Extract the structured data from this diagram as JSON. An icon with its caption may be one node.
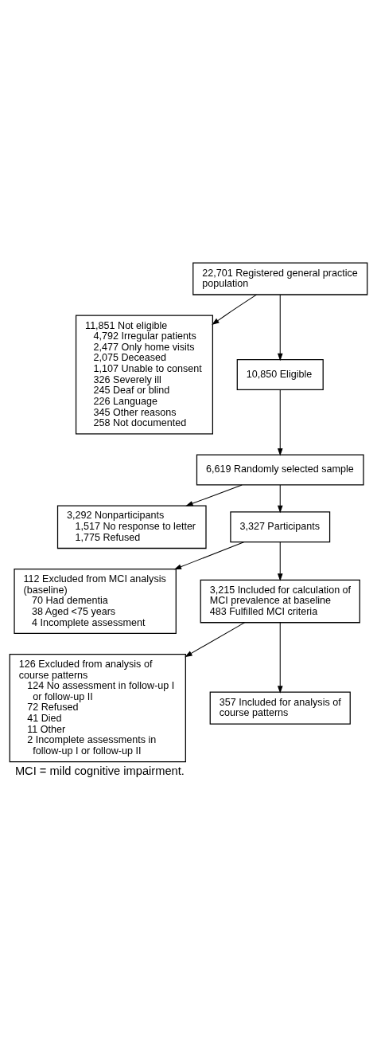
{
  "diagram": {
    "caption": "MCI = mild cognitive impairment.",
    "nodes": [
      {
        "text": [
          "22,701 Registered general practice population"
        ]
      },
      {
        "text": [
          "11,851 Not eligible",
          "4,792 Irregular patients",
          "2,477 Only home visits",
          "2,075 Deceased",
          "1,107 Unable to consent",
          "326 Severely ill",
          "245 Deaf or blind",
          "226 Language",
          "345 Other reasons",
          "258 Not documented"
        ]
      },
      {
        "text": [
          "10,850 Eligible"
        ]
      },
      {
        "text": [
          "6,619 Randomly selected sample"
        ]
      },
      {
        "text": [
          "3,292 Nonparticipants",
          "1,517 No response to letter",
          "1,775 Refused"
        ]
      },
      {
        "text": [
          "3,327 Participants"
        ]
      },
      {
        "text": [
          "112 Excluded from MCI analysis (baseline)",
          "70 Had dementia",
          "38 Aged <75 years",
          "4 Incomplete assessment"
        ]
      },
      {
        "text": [
          "3,215 Included for calculation of MCI prevalence at baseline",
          "483 Fulfilled MCI criteria"
        ]
      },
      {
        "text": [
          "126 Excluded from analysis of course patterns",
          "124 No assessment in follow-up I or follow-up II",
          "72 Refused",
          "41 Died",
          "11 Other",
          "2 Incomplete assessments in follow-up I or follow-up II"
        ]
      },
      {
        "text": [
          "357 Included for analysis of course patterns"
        ]
      }
    ],
    "edges": [
      {
        "from": 0,
        "to": 1,
        "arrow": "to"
      },
      {
        "from": 0,
        "to": 2,
        "arrow": "to"
      },
      {
        "from": 2,
        "to": 3,
        "arrow": "to"
      },
      {
        "from": 3,
        "to": 4,
        "arrow": "to"
      },
      {
        "from": 3,
        "to": 5,
        "arrow": "to"
      },
      {
        "from": 5,
        "to": 6,
        "arrow": "to"
      },
      {
        "from": 5,
        "to": 7,
        "arrow": "to"
      },
      {
        "from": 7,
        "to": 8,
        "arrow": "to"
      },
      {
        "from": 7,
        "to": 9,
        "arrow": "to"
      }
    ]
  }
}
